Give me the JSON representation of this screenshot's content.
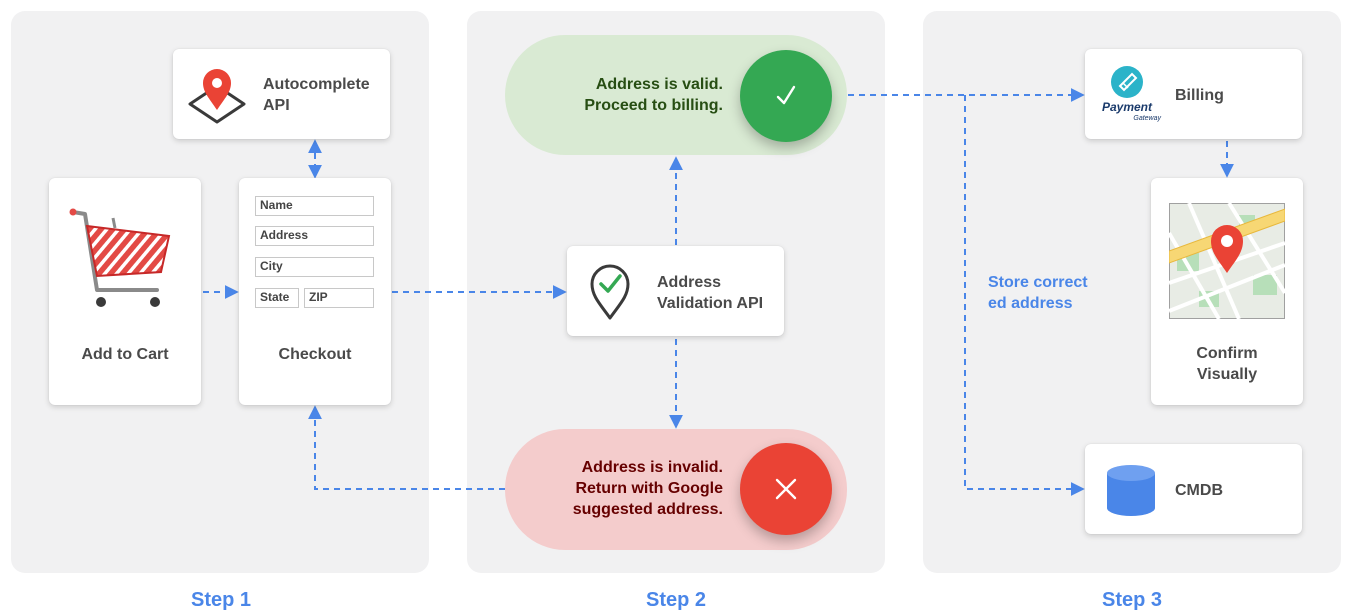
{
  "steps": [
    "Step 1",
    "Step 2",
    "Step 3"
  ],
  "autocomplete": {
    "line1": "Autocomplete",
    "line2": "API",
    "icon": "map-pin-icon"
  },
  "cart": {
    "label": "Add to Cart",
    "icon": "shopping-cart-icon"
  },
  "checkout": {
    "label": "Checkout",
    "fields": {
      "name": "Name",
      "address": "Address",
      "city": "City",
      "state": "State",
      "zip": "ZIP"
    }
  },
  "validation": {
    "line1": "Address",
    "line2": "Validation API",
    "icon": "check-pin-icon"
  },
  "valid": {
    "line1": "Address is valid.",
    "line2": "Proceed to billing.",
    "icon": "check-icon",
    "color": "#34a853",
    "bg": "#d9ead3"
  },
  "invalid": {
    "line1": "Address is invalid.",
    "line2": "Return with Google",
    "line3": "suggested address.",
    "icon": "close-icon",
    "color": "#ea4335",
    "bg": "#f4cccc"
  },
  "billing": {
    "label": "Billing",
    "logo_line1": "Payment",
    "logo_line2": "Gateway",
    "icon": "payment-gateway-logo"
  },
  "confirm": {
    "line1": "Confirm",
    "line2": "Visually",
    "icon": "map-thumbnail-icon"
  },
  "cmdb": {
    "label": "CMDB",
    "icon": "database-icon"
  },
  "store": {
    "line1": "Store correct",
    "line2": "ed address"
  },
  "colors": {
    "accent": "#4a86e8",
    "panel": "#f1f1f2"
  }
}
